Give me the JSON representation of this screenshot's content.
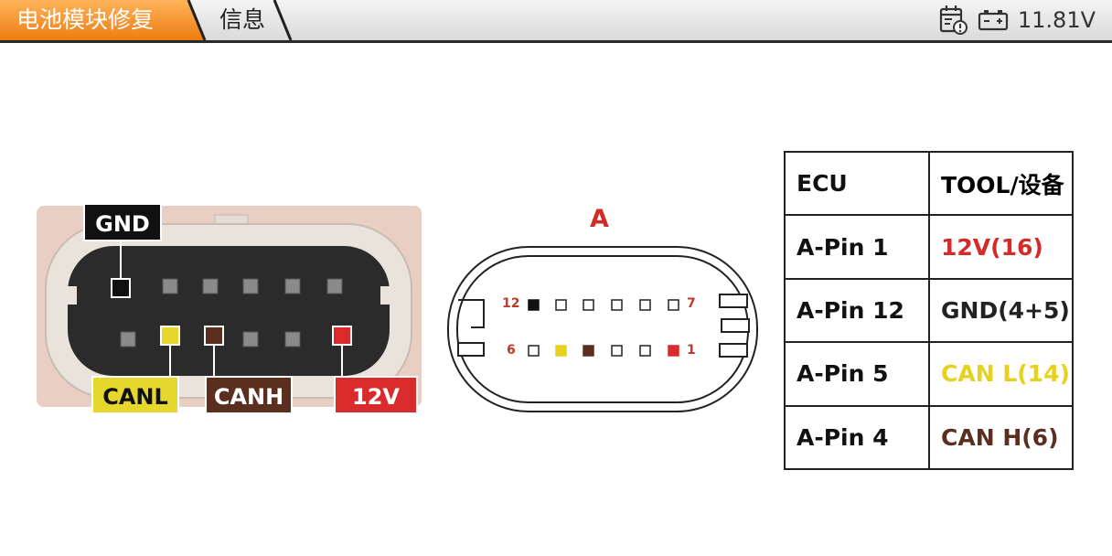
{
  "header": {
    "breadcrumb": [
      "电池模块修复",
      "信息"
    ],
    "voltage": "11.81V",
    "icons": [
      "calendar-alert-icon",
      "battery-icon"
    ]
  },
  "photo_tags": {
    "gnd": "GND",
    "canl": "CANL",
    "canh": "CANH",
    "v12": "12V"
  },
  "diagram": {
    "connector_label": "A",
    "pin_numbers": {
      "top_left": "12",
      "top_right": "7",
      "bottom_left": "6",
      "bottom_right": "1"
    }
  },
  "table": {
    "headers": [
      "ECU",
      "TOOL/设备"
    ],
    "rows": [
      {
        "ecu": "A-Pin 1",
        "tool": "12V(16)",
        "color": "#d32a2a"
      },
      {
        "ecu": "A-Pin 12",
        "tool": "GND(4+5)",
        "color": "#222222"
      },
      {
        "ecu": "A-Pin 5",
        "tool": "CAN L(14)",
        "color": "#e6d21e"
      },
      {
        "ecu": "A-Pin 4",
        "tool": "CAN H(6)",
        "color": "#5a2f1f"
      }
    ]
  },
  "colors": {
    "accent_orange": "#f08a1c",
    "gnd": "#111111",
    "canl": "#e6d72c",
    "canh": "#5a2f1f",
    "power": "#d92b2b"
  }
}
